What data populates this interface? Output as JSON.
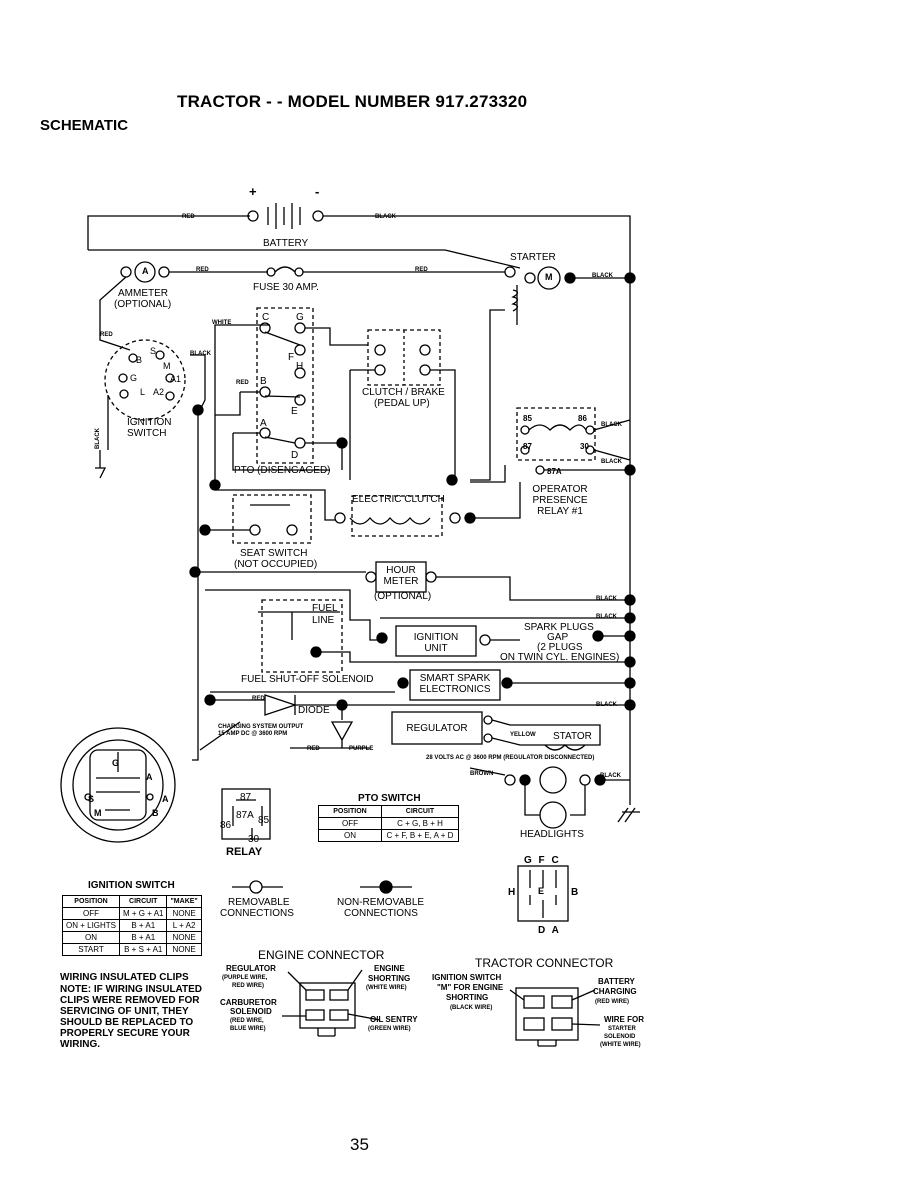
{
  "page": {
    "title": "TRACTOR - - MODEL NUMBER 917.273320",
    "subtitle": "SCHEMATIC",
    "page_number": "35"
  },
  "components": {
    "battery": "BATTERY",
    "battery_plus": "+",
    "battery_minus": "-",
    "starter": "STARTER",
    "starter_motor": "M",
    "ammeter": "AMMETER",
    "ammeter_optional": "(OPTIONAL)",
    "ammeter_symbol": "A",
    "fuse": "FUSE 30 AMP.",
    "clutch_brake": "CLUTCH / BRAKE",
    "clutch_brake_sub": "(PEDAL UP)",
    "pto": "PTO (DISENGAGED)",
    "ignition_switch_label": "IGNITION",
    "ignition_switch_label2": "SWITCH",
    "electric_clutch": "ELECTRIC CLUTCH",
    "operator_presence": "OPERATOR",
    "operator_presence2": "PRESENCE",
    "operator_presence3": "RELAY #1",
    "seat_switch": "SEAT SWITCH",
    "seat_switch_sub": "(NOT OCCUPIED)",
    "hour_meter": "HOUR",
    "hour_meter2": "METER",
    "hour_meter_optional": "(OPTIONAL)",
    "fuel_line": "FUEL",
    "fuel_line2": "LINE",
    "fuel_solenoid": "FUEL SHUT-OFF SOLENOID",
    "ignition_unit": "IGNITION",
    "ignition_unit2": "UNIT",
    "spark_plugs": "SPARK PLUGS",
    "spark_gap": "GAP",
    "spark_plugs_note": "(2 PLUGS",
    "spark_plugs_note2": "ON TWIN CYL. ENGINES)",
    "smart_spark": "SMART SPARK",
    "smart_spark2": "ELECTRONICS",
    "diode": "DIODE",
    "regulator": "REGULATOR",
    "stator": "STATOR",
    "charging_output": "CHARGING SYSTEM OUTPUT",
    "charging_output2": "15 AMP DC @ 3600 RPM",
    "stator_volts": "28 VOLTS AC @ 3600 RPM (REGULATOR DISCONNECTED)",
    "headlights": "HEADLIGHTS",
    "relay": "RELAY"
  },
  "wires": {
    "red": "RED",
    "black": "BLACK",
    "white": "WHITE",
    "yellow": "YELLOW",
    "purple": "PURPLE",
    "brown": "BROWN"
  },
  "terminals": {
    "pto_c": "C",
    "pto_g": "G",
    "pto_f": "F",
    "pto_h": "H",
    "pto_b": "B",
    "pto_e": "E",
    "pto_a": "A",
    "pto_d": "D",
    "ign_s": "S",
    "ign_b": "B",
    "ign_m": "M",
    "ign_g": "G",
    "ign_a1": "A1",
    "ign_l": "L",
    "ign_a2": "A2",
    "relay_85": "85",
    "relay_86": "86",
    "relay_87": "87",
    "relay_30": "30",
    "relay_87a": "87A"
  },
  "pto_switch_table": {
    "title": "PTO SWITCH",
    "headers": [
      "POSITION",
      "CIRCUIT"
    ],
    "rows": [
      [
        "OFF",
        "C + G, B + H"
      ],
      [
        "ON",
        "C + F, B + E, A + D"
      ]
    ]
  },
  "ignition_switch_table": {
    "title": "IGNITION SWITCH",
    "headers": [
      "POSITION",
      "CIRCUIT",
      "\"MAKE\""
    ],
    "rows": [
      [
        "OFF",
        "M + G + A1",
        "NONE"
      ],
      [
        "ON + LIGHTS",
        "B + A1",
        "L + A2"
      ],
      [
        "ON",
        "B + A1",
        "NONE"
      ],
      [
        "START",
        "B + S + A1",
        "NONE"
      ]
    ]
  },
  "legend": {
    "removable": "REMOVABLE",
    "removable2": "CONNECTIONS",
    "non_removable": "NON-REMOVABLE",
    "non_removable2": "CONNECTIONS"
  },
  "relay_diagram": {
    "t87": "87",
    "t87a": "87A",
    "t86": "86",
    "t85": "85",
    "t30": "30"
  },
  "pto_connector": {
    "top": "G  F  C",
    "h": "H",
    "e": "E",
    "b": "B",
    "bottom": "D  A"
  },
  "wiring_note": {
    "heading": "WIRING INSULATED CLIPS",
    "lines": [
      "NOTE: IF WIRING INSULATED",
      "CLIPS WERE REMOVED FOR",
      "SERVICING OF UNIT, THEY",
      "SHOULD BE REPLACED TO",
      "PROPERLY SECURE YOUR",
      "WIRING."
    ]
  },
  "engine_connector": {
    "title": "ENGINE CONNECTOR",
    "regulator": [
      "REGULATOR",
      "(PURPLE WIRE,",
      "RED WIRE)"
    ],
    "carburetor": [
      "CARBURETOR",
      "SOLENOID",
      "(RED WIRE,",
      "BLUE WIRE)"
    ],
    "shorting": [
      "ENGINE",
      "SHORTING",
      "(WHITE WIRE)"
    ],
    "oil": [
      "OIL SENTRY",
      "(GREEN WIRE)"
    ]
  },
  "tractor_connector": {
    "title": "TRACTOR CONNECTOR",
    "ignition": [
      "IGNITION SWITCH",
      "\"M\" FOR ENGINE",
      "SHORTING",
      "(BLACK WIRE)"
    ],
    "battery": [
      "BATTERY",
      "CHARGING",
      "(RED WIRE)"
    ],
    "starter": [
      "WIRE FOR",
      "STARTER",
      "SOLENOID",
      "(WHITE WIRE)"
    ]
  },
  "ign_diagram_letters": {
    "g": "G",
    "a1": "A",
    "s": "S",
    "a2": "A",
    "m": "M",
    "b": "B"
  }
}
